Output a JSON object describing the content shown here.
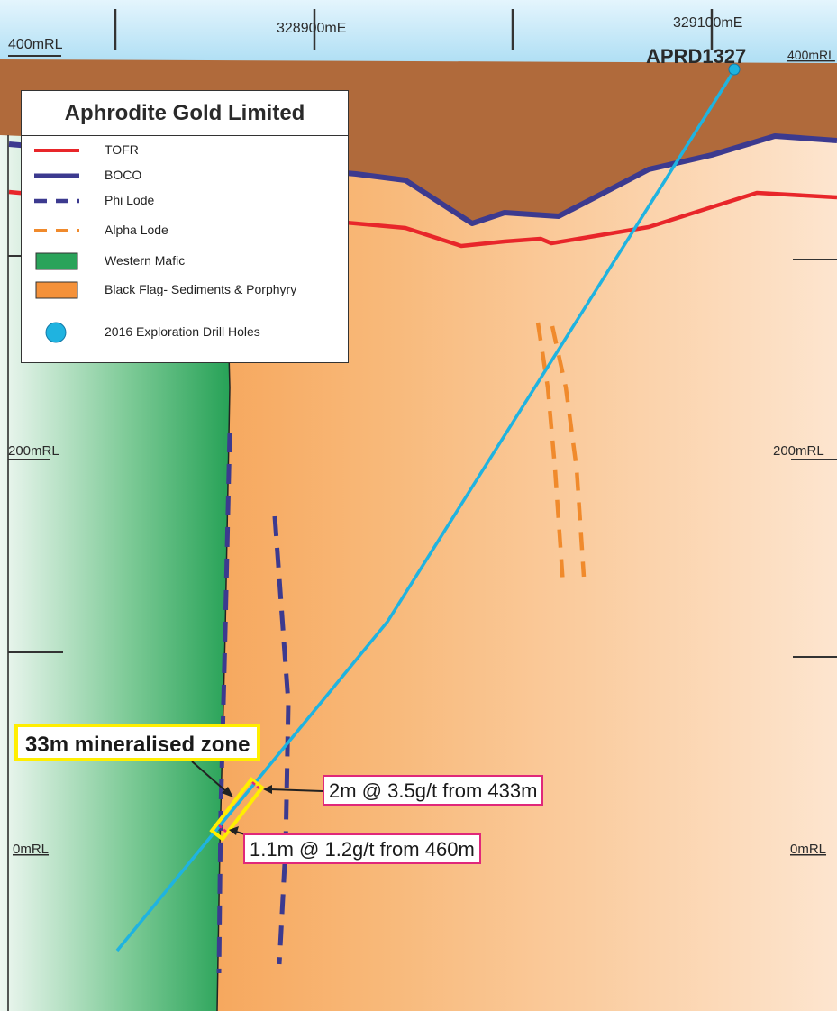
{
  "header": {
    "easting_labels": [
      "328900mE",
      "329100mE"
    ],
    "top_left_rl": "400mRL",
    "top_right_rl": "400mRL"
  },
  "rl_labels": {
    "left_200": "200mRL",
    "right_200": "200mRL",
    "left_0": "0mRL",
    "right_0": "0mRL"
  },
  "drill_hole": {
    "id": "APRD1327",
    "color": "#1fb3e0"
  },
  "legend": {
    "title": "Aphrodite Gold Limited",
    "items": [
      {
        "label": "TOFR",
        "symbol": "solid-line",
        "color": "#e8262a"
      },
      {
        "label": "BOCO",
        "symbol": "solid-line",
        "color": "#3c3a8f"
      },
      {
        "label": "Phi Lode",
        "symbol": "dashed-line",
        "color": "#3c3a8f"
      },
      {
        "label": "Alpha Lode",
        "symbol": "dashed-line",
        "color": "#f08a2c"
      },
      {
        "label": "Western Mafic",
        "symbol": "fill",
        "color": "#2aa35a"
      },
      {
        "label": "Black Flag- Sediments & Porphyry",
        "symbol": "fill",
        "color": "#f4913a"
      },
      {
        "label": "2016 Exploration Drill Holes",
        "symbol": "dot",
        "color": "#1fb3e0"
      }
    ]
  },
  "annotations": {
    "zone_label": "33m mineralised zone",
    "intercept_1": "2m @ 3.5g/t from 433m",
    "intercept_2": "1.1m @ 1.2g/t from 460m"
  },
  "colors": {
    "sky": "#bfe6f7",
    "cover": "#b06a3b",
    "mafic": "#2aa35a",
    "sediment": "#f4913a",
    "highlight": "#ffee00",
    "callout_border": "#e0287a"
  }
}
